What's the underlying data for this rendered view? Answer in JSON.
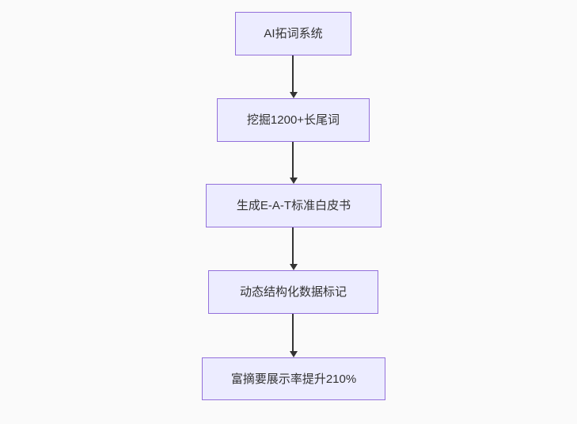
{
  "diagram": {
    "type": "flowchart",
    "direction": "top-down",
    "nodes": [
      {
        "id": "A",
        "label": "AI拓词系统"
      },
      {
        "id": "B",
        "label": "挖掘1200+长尾词"
      },
      {
        "id": "C",
        "label": "生成E-A-T标准白皮书"
      },
      {
        "id": "D",
        "label": "动态结构化数据标记"
      },
      {
        "id": "E",
        "label": "富摘要展示率提升210%"
      }
    ],
    "edges": [
      {
        "from": "A",
        "to": "B"
      },
      {
        "from": "B",
        "to": "C"
      },
      {
        "from": "C",
        "to": "D"
      },
      {
        "from": "D",
        "to": "E"
      }
    ],
    "colors": {
      "background": "#fafafa",
      "node_fill": "#ececff",
      "node_border": "#9370db",
      "node_text": "#333333",
      "arrow": "#333333"
    }
  }
}
